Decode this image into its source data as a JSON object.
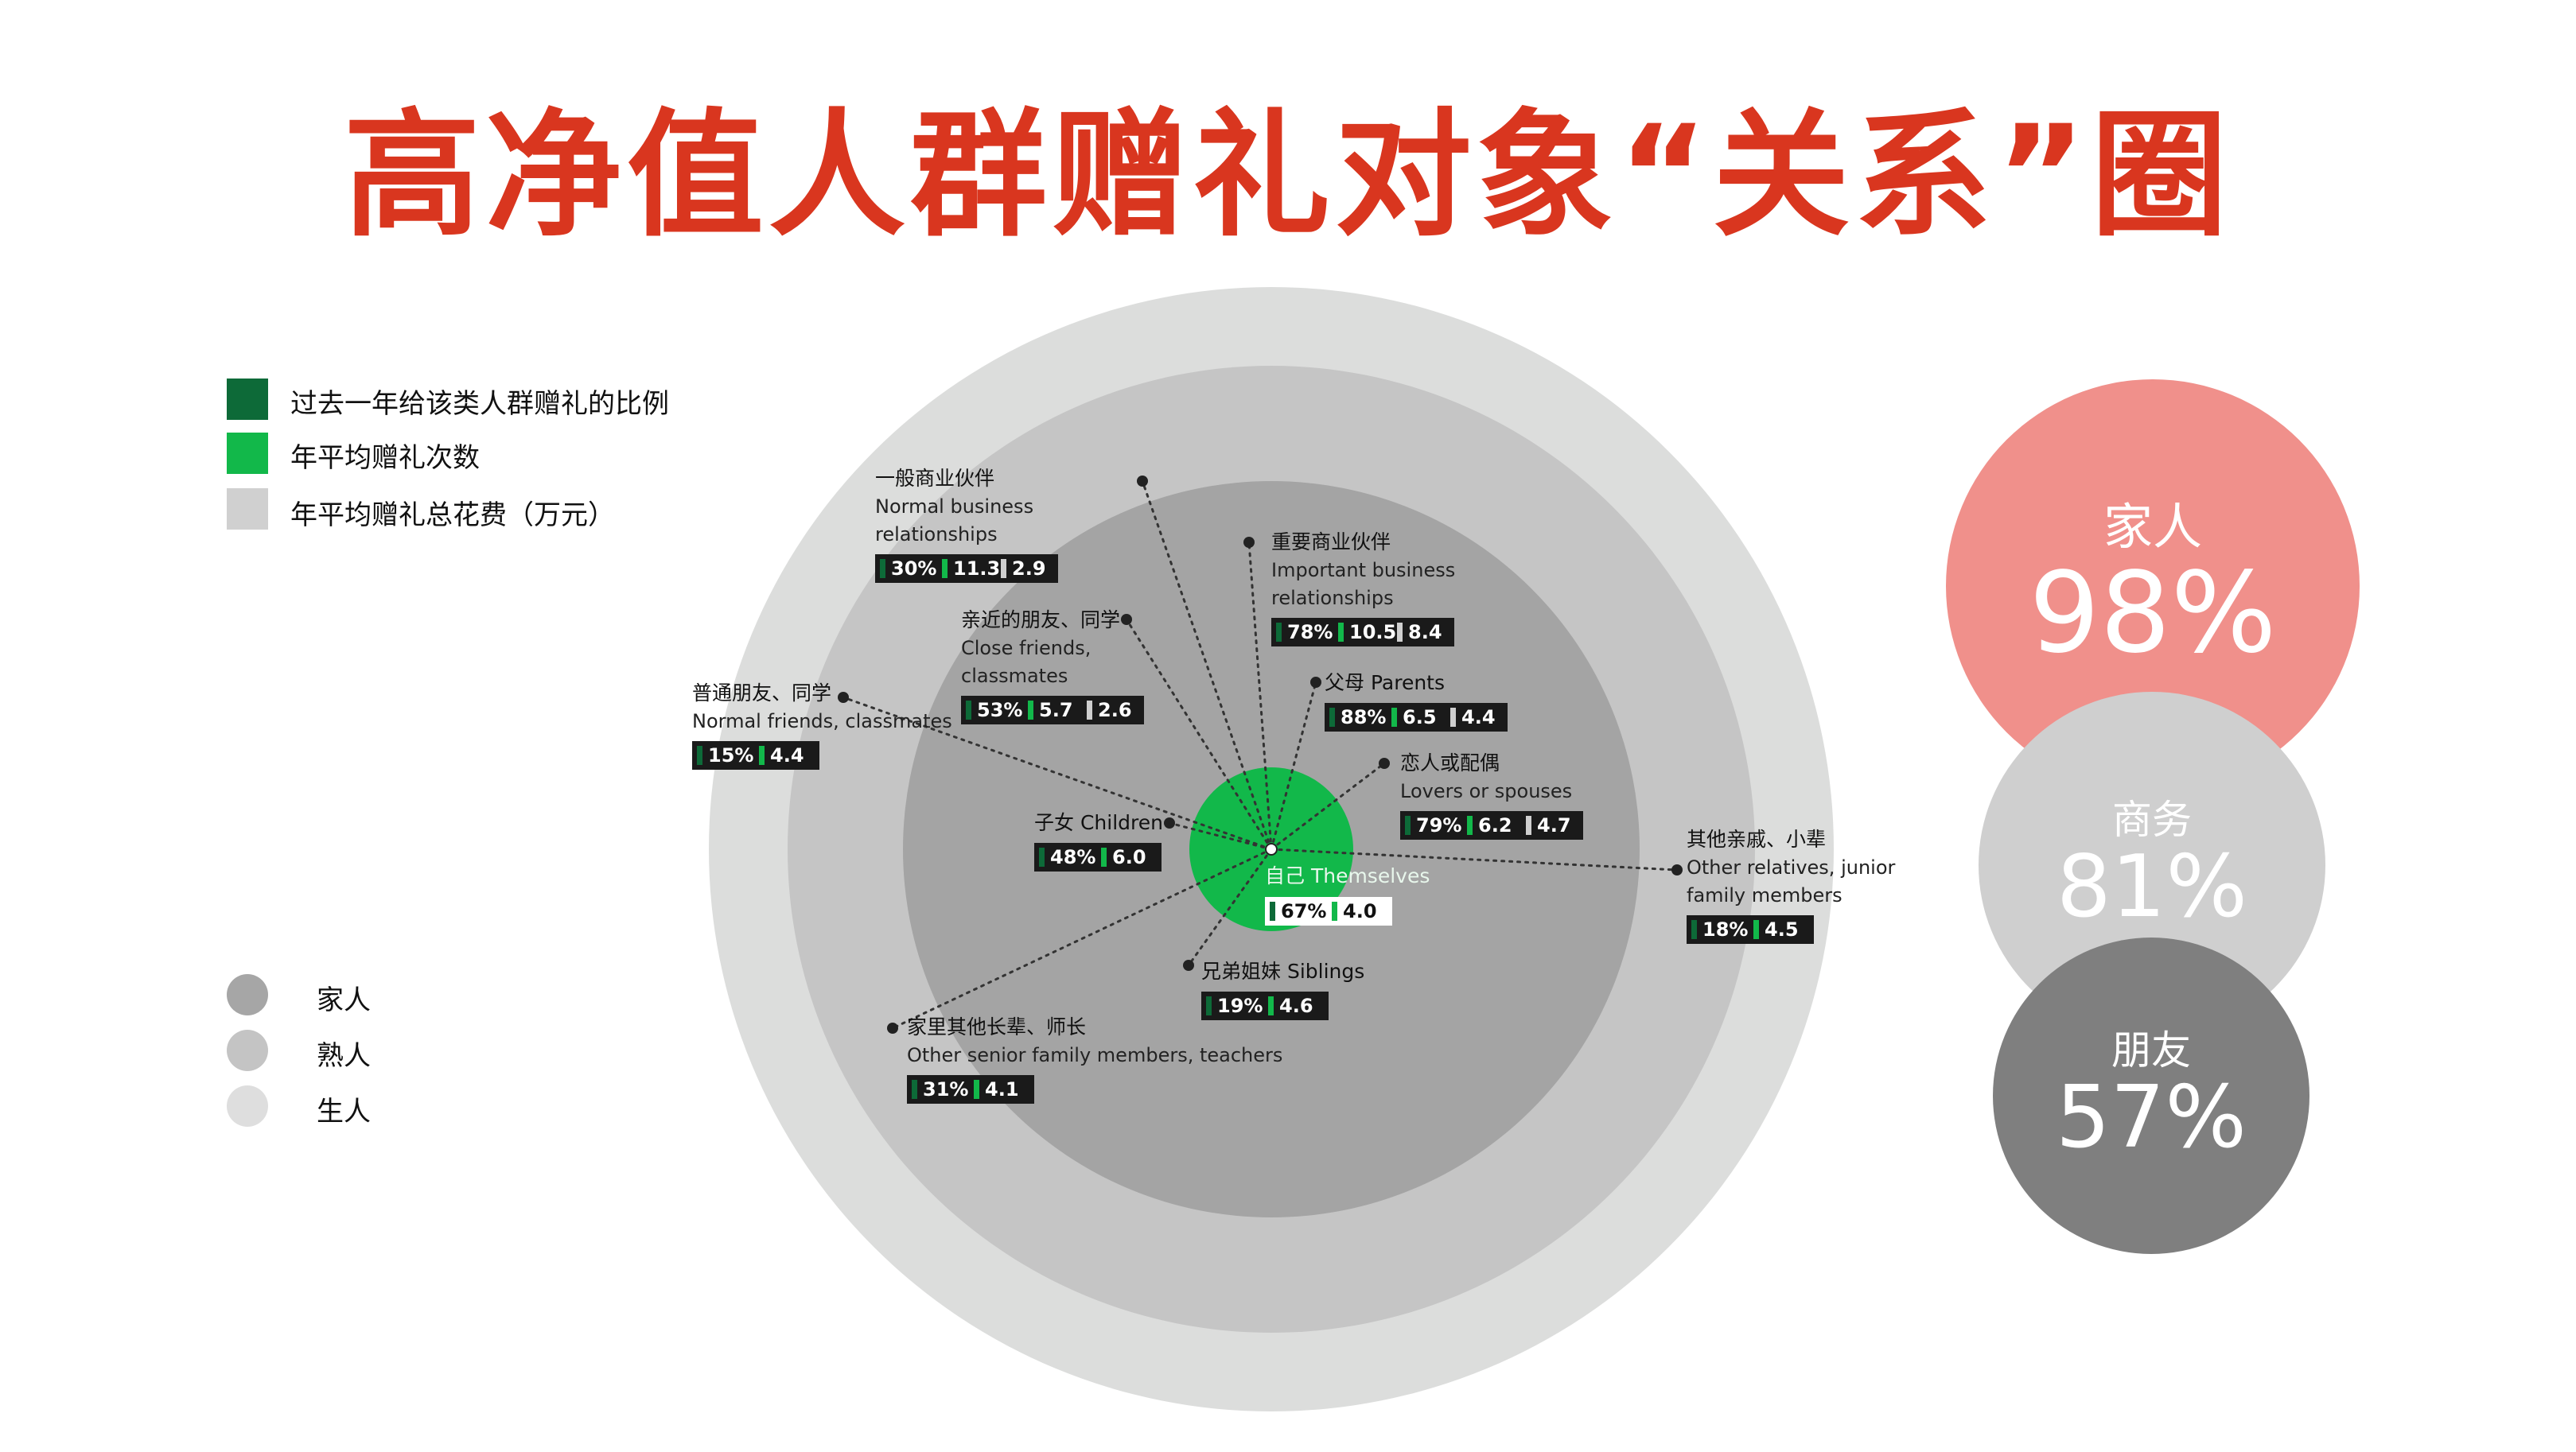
{
  "title": "高净值人群赠礼对象“关系”圈",
  "legend_metrics": [
    {
      "label": "过去一年给该类人群赠礼的比例",
      "color": "#0d6a38"
    },
    {
      "label": "年平均赠礼次数",
      "color": "#12b84a"
    },
    {
      "label": "年平均赠礼总花费（万元）",
      "color": "#d0d0d0"
    }
  ],
  "legend_rings": [
    {
      "label": "家人",
      "color": "#a6a6a6"
    },
    {
      "label": "熟人",
      "color": "#c4c4c4"
    },
    {
      "label": "生人",
      "color": "#dedede"
    }
  ],
  "center": {
    "label": "自己 Themselves",
    "values": [
      "67%",
      "4.0"
    ]
  },
  "nodes": [
    {
      "cn": "一般商业伙伴",
      "en": [
        "Normal business",
        "relationships"
      ],
      "values": [
        "30%",
        "11.3",
        "2.9"
      ]
    },
    {
      "cn": "重要商业伙伴",
      "en": [
        "Important business",
        "relationships"
      ],
      "values": [
        "78%",
        "10.5",
        "8.4"
      ]
    },
    {
      "cn": "亲近的朋友、同学",
      "en": [
        "Close friends,",
        "classmates"
      ],
      "values": [
        "53%",
        "5.7",
        "2.6"
      ]
    },
    {
      "cn": "普通朋友、同学",
      "en": [
        "Normal friends, classmates"
      ],
      "values": [
        "15%",
        "4.4"
      ]
    },
    {
      "cn": "父母 Parents",
      "en": [],
      "values": [
        "88%",
        "6.5",
        "4.4"
      ]
    },
    {
      "cn": "恋人或配偶",
      "en": [
        "Lovers or spouses"
      ],
      "values": [
        "79%",
        "6.2",
        "4.7"
      ]
    },
    {
      "cn": "子女 Children",
      "en": [],
      "values": [
        "48%",
        "6.0"
      ]
    },
    {
      "cn": "其他亲戚、小辈",
      "en": [
        "Other relatives, junior",
        "family members"
      ],
      "values": [
        "18%",
        "4.5"
      ]
    },
    {
      "cn": "兄弟姐妹 Siblings",
      "en": [],
      "values": [
        "19%",
        "4.6"
      ]
    },
    {
      "cn": "家里其他长辈、师长",
      "en": [
        "Other senior family members, teachers"
      ],
      "values": [
        "31%",
        "4.1"
      ]
    }
  ],
  "groups": [
    {
      "label": "家人",
      "value": "98%",
      "color": "#f0908b"
    },
    {
      "label": "商务",
      "value": "81%",
      "color": "#cfcfcf"
    },
    {
      "label": "朋友",
      "value": "57%",
      "color": "#7f7f7f"
    }
  ]
}
